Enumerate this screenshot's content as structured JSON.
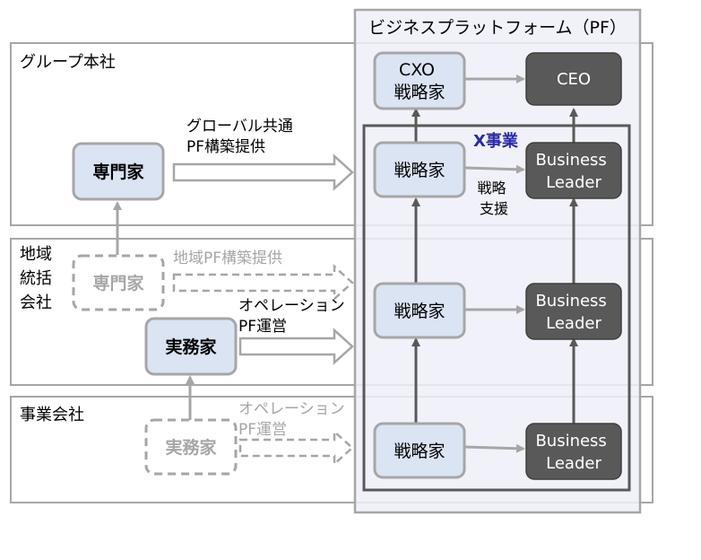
{
  "platform": {
    "title": "ビジネスプラットフォーム（PF）"
  },
  "bands": [
    {
      "label_lines": [
        "グループ本社"
      ]
    },
    {
      "label_lines": [
        "地域",
        "統括",
        "会社"
      ]
    },
    {
      "label_lines": [
        "事業会社"
      ]
    }
  ],
  "business_unit": {
    "label": "X事業"
  },
  "nodes": {
    "cxo": [
      "CXO",
      "戦略家"
    ],
    "ceo": [
      "CEO"
    ],
    "strategist": [
      "戦略家"
    ],
    "business_leader": [
      "Business",
      "Leader"
    ],
    "expert": [
      "専門家"
    ],
    "practitioner": [
      "実務家"
    ]
  },
  "arrow_labels": {
    "hq_provision": [
      "グローバル共通",
      "PF構築提供"
    ],
    "regional_provision": [
      "地域PF構築提供"
    ],
    "regional_operation": [
      "オペレーション",
      "PF運営"
    ],
    "opco_operation": [
      "オペレーション",
      "PF運営"
    ],
    "strategy_support": [
      "戦略",
      "支援"
    ]
  },
  "colors": {
    "node_light": "#dbe4f3",
    "node_dark": "#595959",
    "platform_bg": "#eeeef8",
    "bu_label": "#2a2aa8",
    "arrow": "#a6a6a6",
    "faded": "#a6a6a6"
  }
}
